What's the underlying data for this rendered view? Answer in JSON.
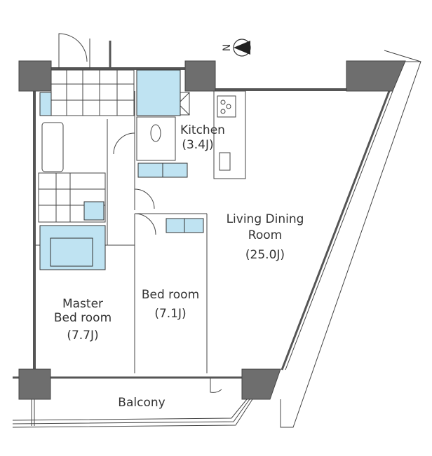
{
  "compass": {
    "label": "N"
  },
  "rooms": {
    "kitchen": {
      "name": "Kitchen",
      "size": "(3.4J)"
    },
    "living": {
      "name_line1": "Living Dining",
      "name_line2": "Room",
      "size": "(25.0J)"
    },
    "bedroom": {
      "name": "Bed room",
      "size": "(7.1J)"
    },
    "master": {
      "name_line1": "Master",
      "name_line2": "Bed room",
      "size": "(7.7J)"
    },
    "balcony": {
      "name": "Balcony"
    }
  },
  "colors": {
    "fixture": "#bfe3f2",
    "column": "#6e6e6e",
    "wall": "#555555"
  }
}
